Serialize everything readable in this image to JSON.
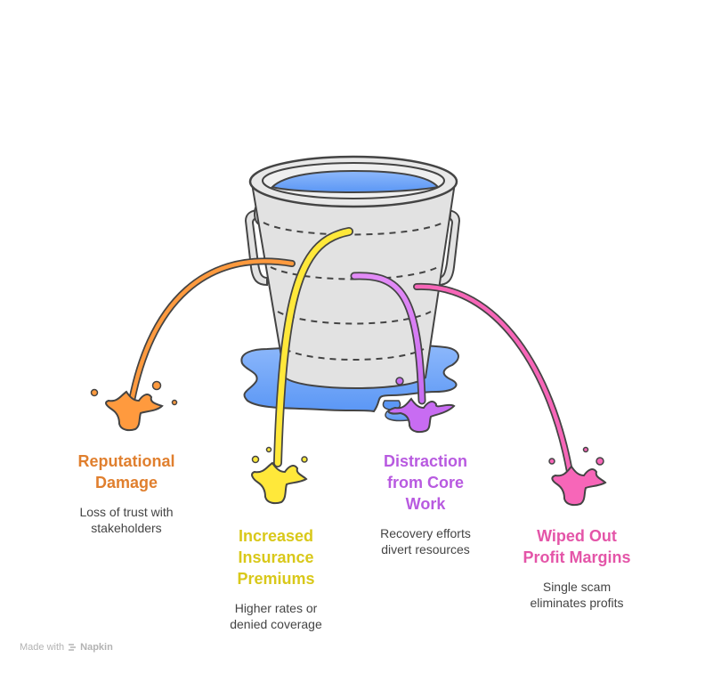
{
  "diagram": {
    "type": "leaking-bucket-metaphor",
    "center_object": "bucket",
    "items": [
      {
        "title_line1": "Reputational",
        "title_line2": "Damage",
        "title_line3": "",
        "desc_line1": "Loss of trust with",
        "desc_line2": "stakeholders",
        "color": "#E07F2E",
        "fill": "#FF9A3E"
      },
      {
        "title_line1": "Increased",
        "title_line2": "Insurance",
        "title_line3": "Premiums",
        "desc_line1": "Higher rates or",
        "desc_line2": "denied coverage",
        "color": "#D9C81A",
        "fill": "#FFE83A"
      },
      {
        "title_line1": "Distraction",
        "title_line2": "from Core",
        "title_line3": "Work",
        "desc_line1": "Recovery efforts",
        "desc_line2": "divert resources",
        "color": "#B85AE0",
        "fill": "#C86CF2"
      },
      {
        "title_line1": "Wiped Out",
        "title_line2": "Profit Margins",
        "title_line3": "",
        "desc_line1": "Single scam",
        "desc_line2": "eliminates profits",
        "color": "#E455A8",
        "fill": "#F766B8"
      }
    ]
  },
  "colors": {
    "water": "#5B97F5",
    "water_light": "#8DB8FB",
    "bucket": "#E2E2E2",
    "outline": "#444444"
  },
  "footer": {
    "made_with": "Made with",
    "brand": "Napkin",
    "logo_icon": "napkin-logo-icon"
  }
}
